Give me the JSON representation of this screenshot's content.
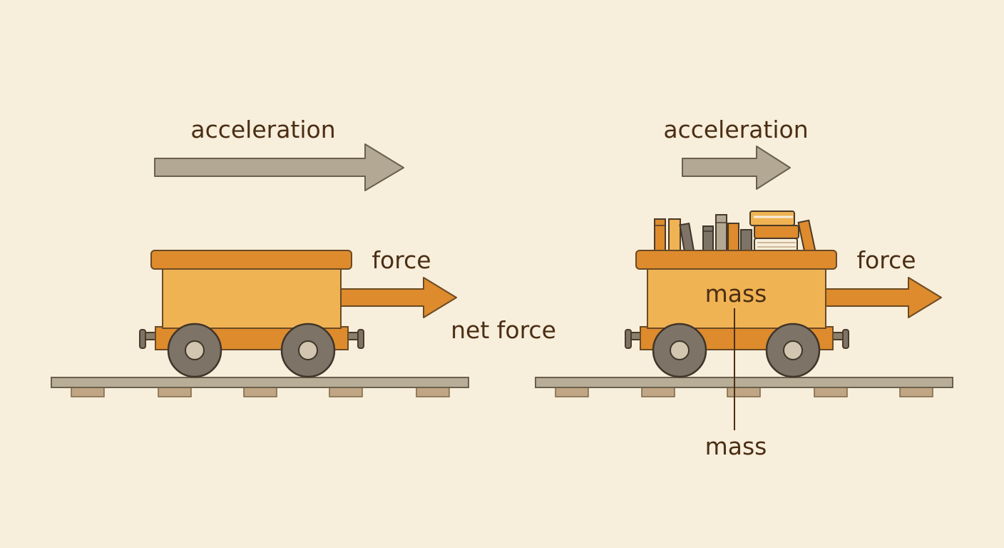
{
  "colors": {
    "background": "#f7eedb",
    "cart_body": "#f0b354",
    "cart_trim": "#dd8b2d",
    "outline": "#6b4a24",
    "wheel": "#7d7366",
    "accel_arrow": "#b3a893",
    "force_arrow": "#dd8b2d",
    "track": "#b8ad97",
    "tie": "#c0a684",
    "text": "#4a2e14"
  },
  "panels": [
    {
      "id": "light-cart",
      "acceleration_label": "acceleration",
      "force_label": "force",
      "net_force_label": "net force",
      "acceleration_size": "large",
      "cargo": "none"
    },
    {
      "id": "loaded-cart",
      "acceleration_label": "acceleration",
      "force_label": "force",
      "mass_label_inside": "mass",
      "mass_label_below": "mass",
      "acceleration_size": "small",
      "cargo": "books"
    }
  ]
}
